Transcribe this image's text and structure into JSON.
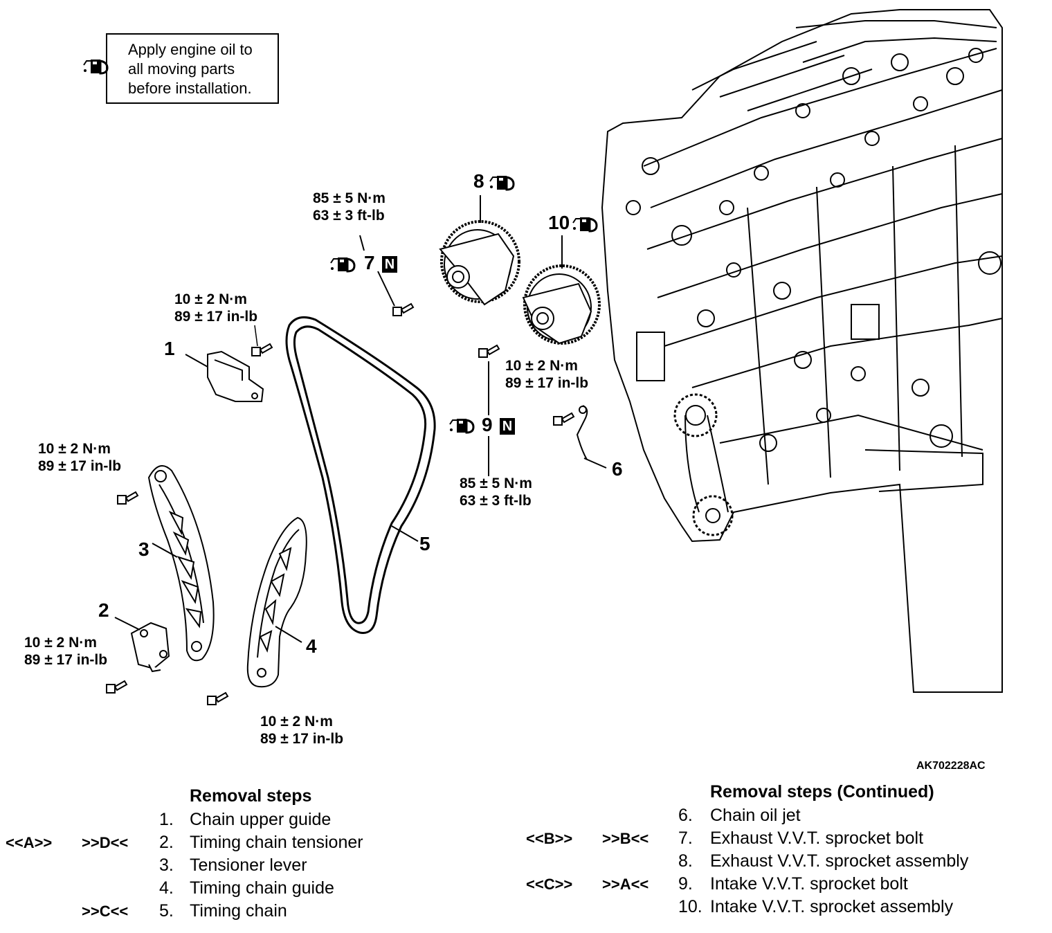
{
  "note": {
    "text_lines": [
      "Apply engine oil to",
      "all moving parts",
      "before installation."
    ],
    "icon": "engine-oil-can-icon"
  },
  "callouts": [
    "1",
    "2",
    "3",
    "4",
    "5",
    "6",
    "7",
    "8",
    "9",
    "10"
  ],
  "new_part_mark": "N",
  "torque_specs": {
    "t10_upper_right": [
      "10 ± 2 N·m",
      "89 ± 17 in-lb"
    ],
    "t10_mid_right": [
      "10 ± 2 N·m",
      "89 ± 17 in-lb"
    ],
    "t10_left": [
      "10 ± 2 N·m",
      "89 ± 17 in-lb"
    ],
    "t10_tensioner": [
      "10 ± 2 N·m",
      "89 ± 17 in-lb"
    ],
    "t10_bottom": [
      "10 ± 2 N·m",
      "89 ± 17 in-lb"
    ],
    "t85_top": [
      "85 ± 5 N·m",
      "63 ± 3 ft-lb"
    ],
    "t85_bottom": [
      "85 ± 5 N·m",
      "63 ± 3 ft-lb"
    ]
  },
  "figure_id": "AK702228AC",
  "removal_steps": {
    "title": "Removal steps",
    "items": [
      {
        "num": "1.",
        "label": "Chain upper guide",
        "removal_ref": "",
        "install_ref": ""
      },
      {
        "num": "2.",
        "label": "Timing chain tensioner",
        "removal_ref": "<<A>>",
        "install_ref": ">>D<<"
      },
      {
        "num": "3.",
        "label": "Tensioner lever",
        "removal_ref": "",
        "install_ref": ""
      },
      {
        "num": "4.",
        "label": "Timing chain guide",
        "removal_ref": "",
        "install_ref": ""
      },
      {
        "num": "5.",
        "label": "Timing chain",
        "removal_ref": "",
        "install_ref": ">>C<<"
      }
    ]
  },
  "removal_steps_continued": {
    "title": "Removal steps (Continued)",
    "items": [
      {
        "num": "6.",
        "label": "Chain oil jet",
        "removal_ref": "",
        "install_ref": ""
      },
      {
        "num": "7.",
        "label": "Exhaust V.V.T. sprocket bolt",
        "removal_ref": "<<B>>",
        "install_ref": ">>B<<"
      },
      {
        "num": "8.",
        "label": "Exhaust V.V.T. sprocket assembly",
        "removal_ref": "",
        "install_ref": ""
      },
      {
        "num": "9.",
        "label": "Intake V.V.T. sprocket bolt",
        "removal_ref": "<<C>>",
        "install_ref": ">>A<<"
      },
      {
        "num": "10.",
        "label": "Intake V.V.T. sprocket assembly",
        "removal_ref": "",
        "install_ref": ""
      }
    ]
  }
}
